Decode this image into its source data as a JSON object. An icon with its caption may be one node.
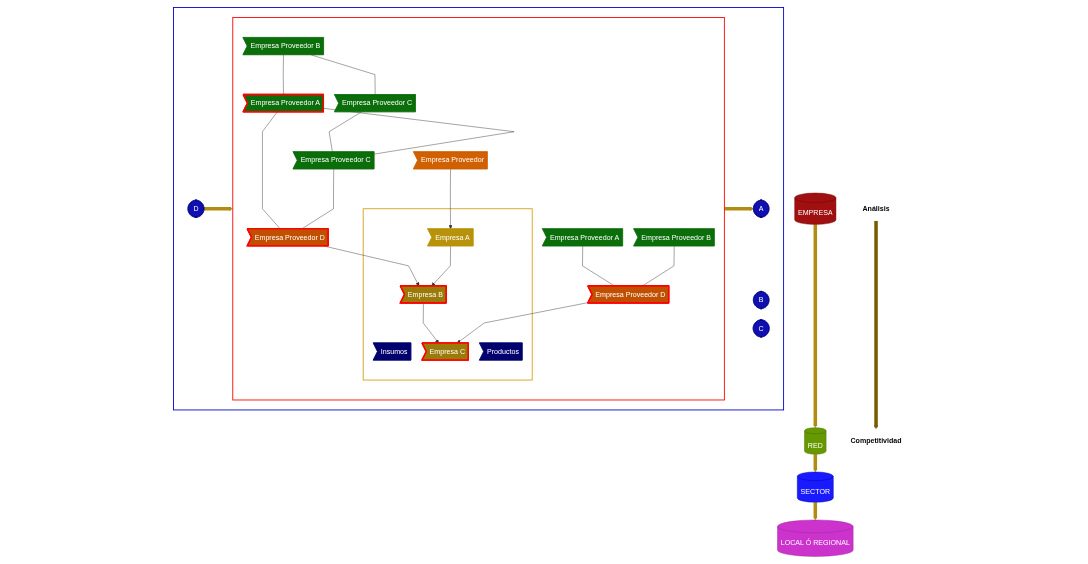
{
  "diagram": {
    "nodes": [
      {
        "text": [],
        "shape": "box"
      },
      {
        "text": [
          "A"
        ],
        "in": 0
      },
      {
        "text": [
          "B"
        ],
        "in": 0
      },
      {
        "text": [
          "C"
        ],
        "in": 0
      },
      {
        "text": [
          "D"
        ],
        "in": 0
      },
      {
        "text": [],
        "shape": "box",
        "in": 0
      },
      {
        "text": [
          "Empresa Proveedor B"
        ],
        "in": 5
      },
      {
        "text": [
          "Empresa Proveedor A"
        ],
        "in": 5
      },
      {
        "text": [
          "Empresa Proveedor C"
        ],
        "in": 5
      },
      {
        "text": [
          "Empresa Proveedor C"
        ],
        "in": 5
      },
      {
        "text": [
          "Empresa Proveedor D"
        ],
        "in": 5
      },
      {
        "text": [],
        "shape": "box",
        "in": 5
      },
      {
        "text": [
          "Insumos"
        ],
        "in": 11
      },
      {
        "text": [
          "Empresa A"
        ],
        "in": 11
      },
      {
        "text": [
          "Empresa B"
        ],
        "in": 11
      },
      {
        "text": [
          "Empresa C"
        ],
        "in": 11
      },
      {
        "text": [
          "Productos"
        ],
        "in": 11
      },
      {
        "text": [
          "Empresa Proveedor"
        ],
        "in": 5
      },
      {
        "text": [
          "Empresa Proveedor A"
        ],
        "in": 5
      },
      {
        "text": [
          "Empresa Proveedor B"
        ],
        "in": 5
      },
      {
        "text": [
          "Empresa Proveedor D"
        ],
        "in": 5
      },
      {
        "text": [
          "Análisis"
        ]
      },
      {
        "text": [
          "LOCAL Ó REGIONAL"
        ]
      },
      {
        "text": [
          "SECTOR"
        ]
      },
      {
        "text": [
          "RED"
        ]
      },
      {
        "text": [
          "EMPRESA"
        ]
      },
      {
        "text": [
          "Competitividad"
        ]
      }
    ],
    "edges": [
      {
        "from": 5,
        "to": 1,
        "arrow": "to",
        "style": "thick",
        "color": "#b08d10"
      },
      {
        "from": 4,
        "to": 5,
        "arrow": "to",
        "style": "thick",
        "color": "#b08d10"
      },
      {
        "from": 6,
        "to": 7,
        "arrow": "none"
      },
      {
        "from": 6,
        "to": 8,
        "arrow": "none"
      },
      {
        "from": 8,
        "to": 9,
        "arrow": "none"
      },
      {
        "from": 7,
        "to": 9,
        "arrow": "none"
      },
      {
        "from": 7,
        "to": 10,
        "arrow": "none"
      },
      {
        "from": 9,
        "to": 10,
        "arrow": "none"
      },
      {
        "from": 10,
        "to": 14,
        "arrow": "to"
      },
      {
        "from": 17,
        "to": 13,
        "arrow": "to"
      },
      {
        "from": 13,
        "to": 14,
        "arrow": "to"
      },
      {
        "from": 14,
        "to": 15,
        "arrow": "to"
      },
      {
        "from": 18,
        "to": 20,
        "arrow": "none"
      },
      {
        "from": 19,
        "to": 20,
        "arrow": "none"
      },
      {
        "from": 20,
        "to": 15,
        "arrow": "to"
      },
      {
        "from": 25,
        "to": 24,
        "arrow": "to",
        "style": "thick",
        "color": "#b08d10"
      },
      {
        "from": 24,
        "to": 23,
        "arrow": "to",
        "style": "thick",
        "color": "#b08d10"
      },
      {
        "from": 23,
        "to": 22,
        "arrow": "to",
        "style": "thick",
        "color": "#b08d10"
      },
      {
        "from": 21,
        "to": 26,
        "arrow": "to",
        "style": "thick",
        "color": "#7a5c00"
      }
    ]
  }
}
